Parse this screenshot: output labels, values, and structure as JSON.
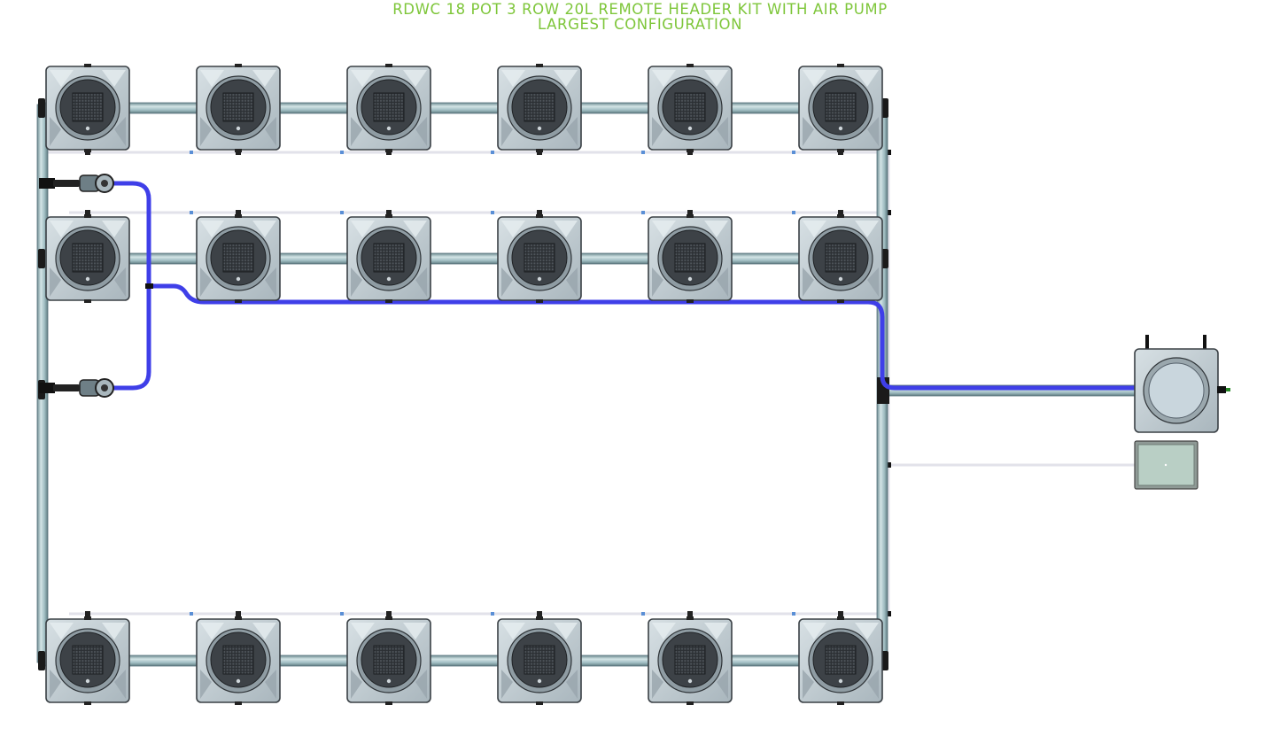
{
  "title": {
    "line1": "RDWC 18 POT 3 ROW 20L REMOTE HEADER KIT WITH AIR PUMP",
    "line2": "LARGEST CONFIGURATION"
  },
  "diagram": {
    "rows": 3,
    "pots_per_row": 6,
    "pot_icon": "square-pot-with-mesh-basket",
    "header_icon": "round-lid-header-tank",
    "pump_icon": "air-pump-box",
    "colors": {
      "title": "#7ec63a",
      "pipe": "#a9c4c9",
      "pot_body": "#bdc8ce",
      "pot_lid": "#3d4247",
      "air_hose": "#3f3fe8",
      "air_line": "#e2e2ea",
      "pump": "#b9cfc5"
    }
  }
}
